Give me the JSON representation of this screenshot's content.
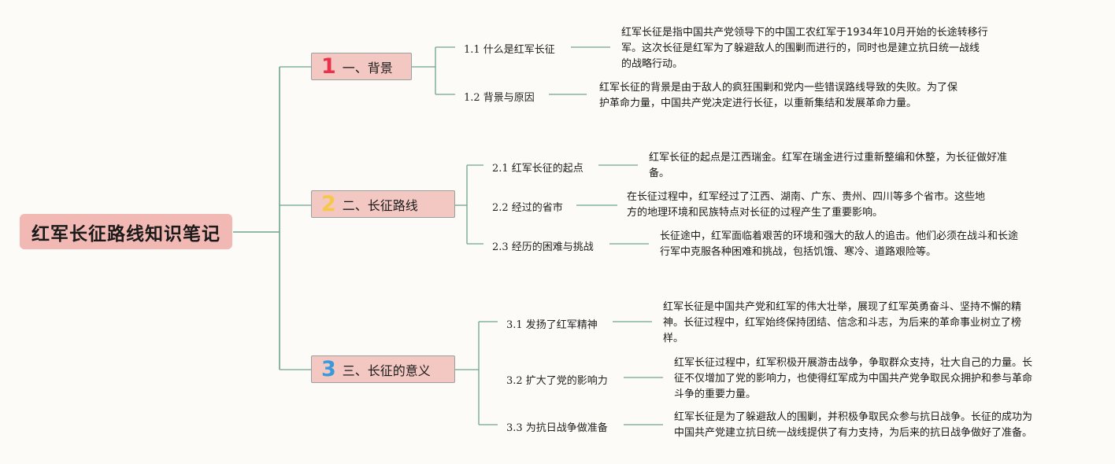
{
  "title": "红军长征路线知识笔记",
  "colors": {
    "num1": "#e8344a",
    "num2": "#f5c84a",
    "num3": "#3a9ad9",
    "line": "#6fa38f"
  },
  "branches": [
    {
      "num": "1",
      "label": "一、背景",
      "items": [
        {
          "label": "1.1 什么是红军长征",
          "lines": [
            "红军长征是指中国共产党领导下的中国工农红军于1934年10月开始的长途转移行",
            "军。这次长征是红军为了躲避敌人的围剿而进行的，同时也是建立抗日统一战线",
            "的战略行动。"
          ]
        },
        {
          "label": "1.2 背景与原因",
          "lines": [
            "红军长征的背景是由于敌人的疯狂围剿和党内一些错误路线导致的失败。为了保",
            "护革命力量，中国共产党决定进行长征，以重新集结和发展革命力量。"
          ]
        }
      ]
    },
    {
      "num": "2",
      "label": "二、长征路线",
      "items": [
        {
          "label": "2.1 红军长征的起点",
          "lines": [
            "红军长征的起点是江西瑞金。红军在瑞金进行过重新整编和休整，为长征做好准",
            "备。"
          ]
        },
        {
          "label": "2.2 经过的省市",
          "lines": [
            "在长征过程中，红军经过了江西、湖南、广东、贵州、四川等多个省市。这些地",
            "方的地理环境和民族特点对长征的过程产生了重要影响。"
          ]
        },
        {
          "label": "2.3 经历的困难与挑战",
          "lines": [
            "长征途中，红军面临着艰苦的环境和强大的敌人的追击。他们必须在战斗和长途",
            "行军中克服各种困难和挑战，包括饥饿、寒冷、道路艰险等。"
          ]
        }
      ]
    },
    {
      "num": "3",
      "label": "三、长征的意义",
      "items": [
        {
          "label": "3.1 发扬了红军精神",
          "lines": [
            "红军长征是中国共产党和红军的伟大壮举，展现了红军英勇奋斗、坚持不懈的精",
            "神。长征过程中，红军始终保持团结、信念和斗志，为后来的革命事业树立了榜",
            "样。"
          ]
        },
        {
          "label": "3.2 扩大了党的影响力",
          "lines": [
            "红军长征过程中，红军积极开展游击战争，争取群众支持，壮大自己的力量。长",
            "征不仅增加了党的影响力，也使得红军成为中国共产党争取民众拥护和参与革命",
            "斗争的重要力量。"
          ]
        },
        {
          "label": "3.3 为抗日战争做准备",
          "lines": [
            "红军长征是为了躲避敌人的围剿，并积极争取民众参与抗日战争。长征的成功为",
            "中国共产党建立抗日统一战线提供了有力支持，为后来的抗日战争做好了准备。"
          ]
        }
      ]
    }
  ]
}
